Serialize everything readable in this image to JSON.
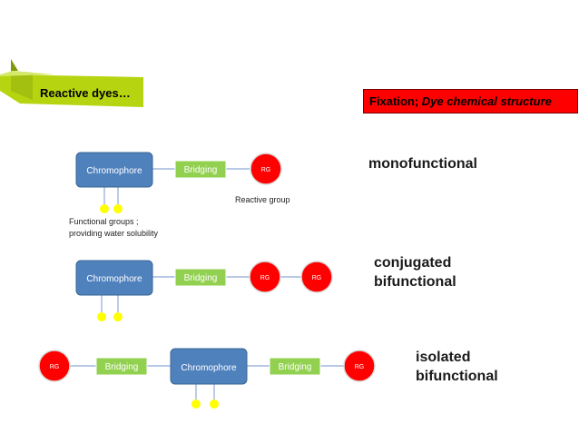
{
  "header": {
    "banner_title": "Reactive dyes…",
    "fixation_prefix": "Fixation; ",
    "fixation_emphasis": "Dye chemical structure"
  },
  "labels": {
    "chromophore": "Chromophore",
    "bridging": "Bridging",
    "rg": "RG"
  },
  "annotations": {
    "reactive_group": "Reactive group",
    "functional_groups_line1": "Functional groups ;",
    "functional_groups_line2": "providing water solubility"
  },
  "types": {
    "mono": "monofunctional",
    "conjugated_1": "conjugated",
    "conjugated_2": "bifunctional",
    "isolated_1": "isolated",
    "isolated_2": "bifunctional"
  },
  "colors": {
    "banner_green": "#b7d410",
    "banner_dark": "#7e9a0b",
    "chromophore_blue": "#4f81bd",
    "chromophore_border": "#3a6594",
    "bridging_green": "#92d050",
    "rg_red": "#ff0000",
    "rg_border": "#d9d9d9",
    "dot_yellow": "#ffff00",
    "line_blue": "#8eaad6",
    "fix_red": "#ff0000"
  }
}
